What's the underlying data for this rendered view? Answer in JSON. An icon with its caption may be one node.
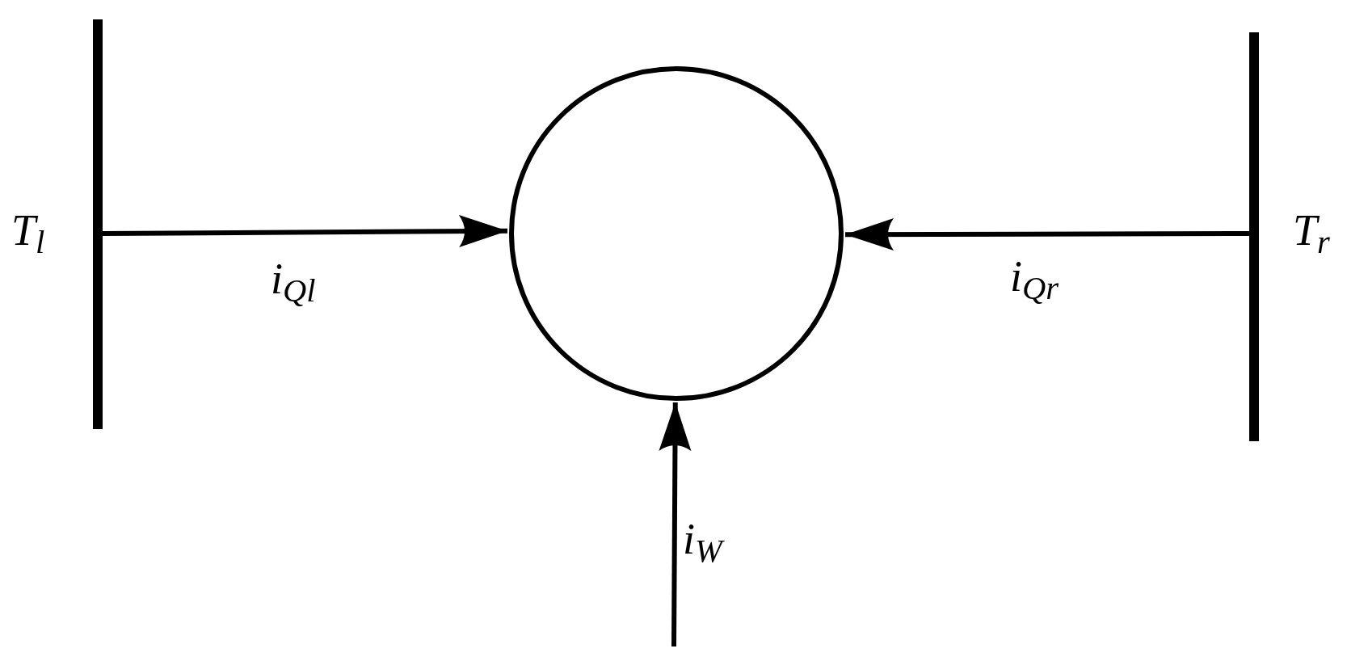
{
  "diagram": {
    "nodes": [
      {
        "text": [],
        "shape": "bar",
        "beside": [
          "T$_{l}$"
        ]
      },
      {
        "text": [],
        "shape": "circle"
      },
      {
        "text": [],
        "shape": "bar",
        "beside": [
          "T$_{r}$"
        ]
      }
    ],
    "edges": [
      {
        "from": 0,
        "to": 1,
        "arrow": "to",
        "label": "i$_{Ql}$"
      },
      {
        "from": 2,
        "to": 1,
        "arrow": "to",
        "label": "i$_{Qr}$"
      },
      {
        "from": null,
        "to": 1,
        "arrow": "to",
        "label": "i$_{W}$"
      }
    ]
  }
}
